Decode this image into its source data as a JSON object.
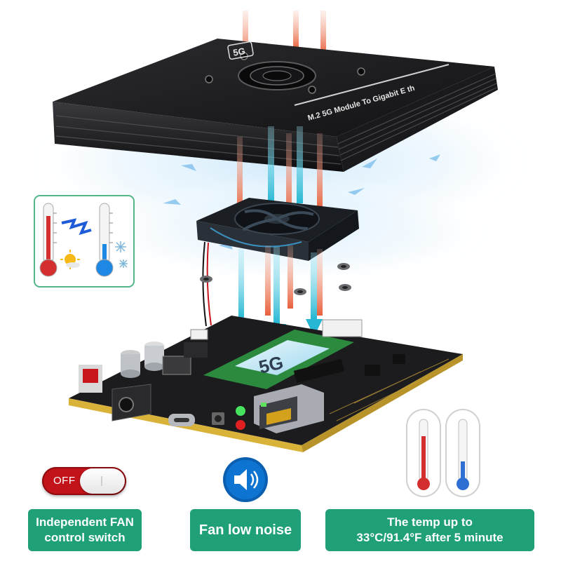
{
  "lid": {
    "engraving": "M.2 5G Module To Gigabit E th",
    "badge": "5G"
  },
  "board": {
    "chip_label": "5G"
  },
  "cooling_icon": {
    "icons": [
      "hot-thermometer-icon",
      "sun-icon",
      "lightning-icon",
      "cold-thermometer-icon",
      "snowflake-icon"
    ]
  },
  "features": {
    "switch": {
      "toggle_label": "OFF",
      "line1": "Independent FAN",
      "line2": "control switch",
      "icon": "toggle-switch-icon"
    },
    "noise": {
      "label": "Fan low noise",
      "icon": "speaker-muted-icon"
    },
    "temp": {
      "line1": "The temp up to",
      "line2": "33°C/91.4°F after 5 minute",
      "icon": "thermometer-icon"
    }
  },
  "colors": {
    "feature_bg": "#1fa079",
    "toggle_red": "#c3131a",
    "arrow_hot": "#e8603c",
    "arrow_cold": "#25b7d3",
    "board_black": "#1c1c1e",
    "board_edge_gold": "#d9b23a"
  }
}
